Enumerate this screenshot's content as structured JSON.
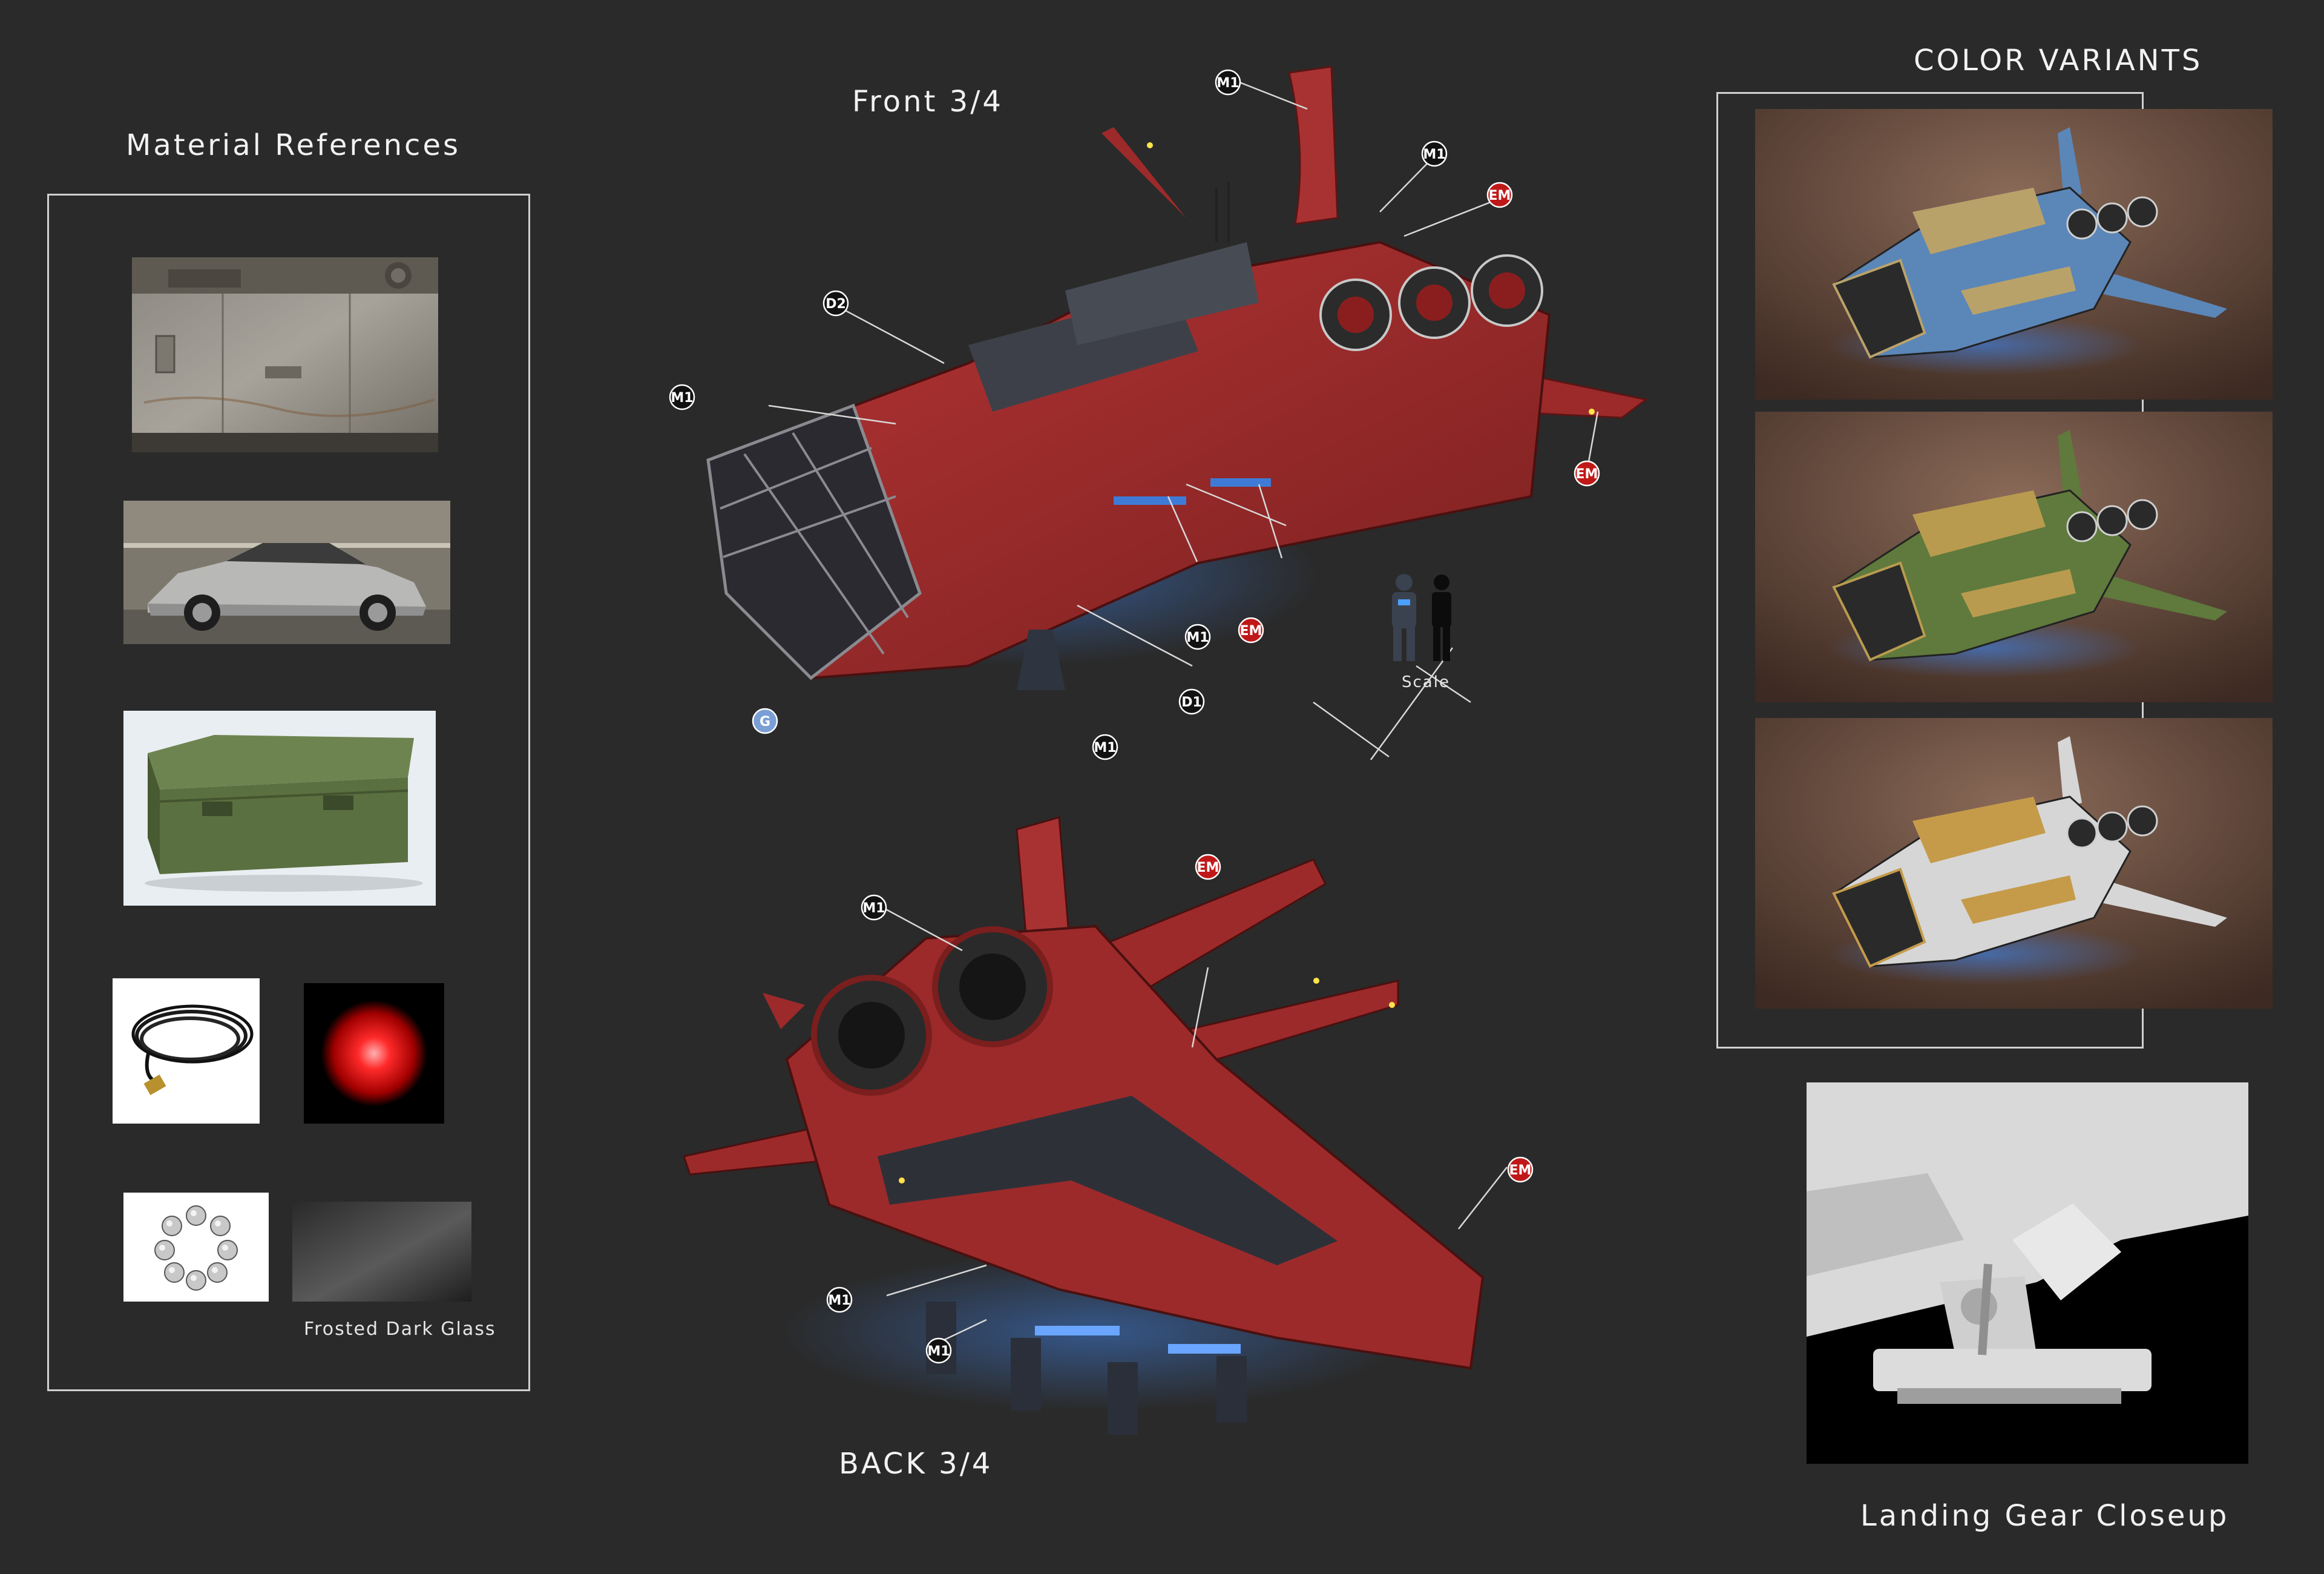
{
  "left_panel": {
    "title": "Material References",
    "frosted_caption": "Frosted Dark Glass",
    "items": [
      {
        "icon": "rusted-metal-panel-image"
      },
      {
        "icon": "steel-car-image"
      },
      {
        "icon": "green-crate-image"
      },
      {
        "icon": "black-cable-image"
      },
      {
        "icon": "red-light-image"
      },
      {
        "icon": "chrome-nuts-image"
      },
      {
        "icon": "frosted-glass-image"
      }
    ]
  },
  "front_view": {
    "title": "Front 3/4",
    "scale_label": "Scale",
    "callouts": [
      "M1",
      "M1",
      "EM",
      "D2",
      "M1",
      "EM",
      "M1",
      "EM",
      "D1",
      "M1",
      "G"
    ]
  },
  "back_view": {
    "title": "BACK 3/4",
    "callouts": [
      "M1",
      "EM",
      "EM",
      "M1",
      "M1"
    ]
  },
  "color_variants": {
    "title": "COLOR VARIANTS",
    "variants": [
      {
        "name": "blue-variant",
        "hull": "#5b86b8",
        "accent": "#b9a26a"
      },
      {
        "name": "green-variant",
        "hull": "#5f7a3c",
        "accent": "#b99b4f"
      },
      {
        "name": "white-variant",
        "hull": "#d6d6d6",
        "accent": "#c59b4a"
      }
    ]
  },
  "landing_gear": {
    "title": "Landing Gear Closeup"
  },
  "colors": {
    "background": "#2a2a2a",
    "hull_red": "#9c2a2a",
    "em_badge": "#c01818",
    "g_badge": "#7a9fd6",
    "glow": "#3f7bd6"
  }
}
